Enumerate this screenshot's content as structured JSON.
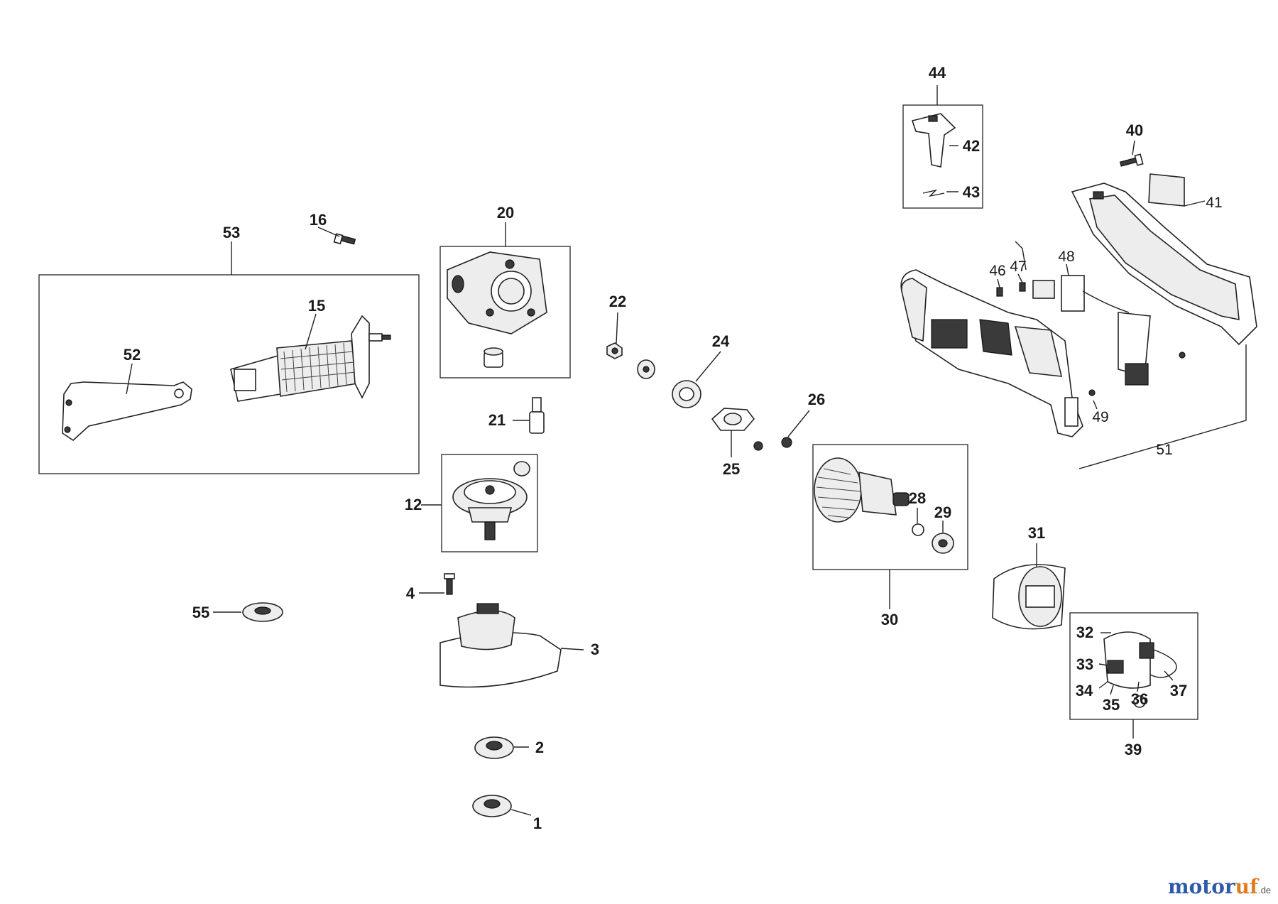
{
  "labels": {
    "p1": "1",
    "p2": "2",
    "p3": "3",
    "p4": "4",
    "p12": "12",
    "p15": "15",
    "p16": "16",
    "p20": "20",
    "p21": "21",
    "p22": "22",
    "p24": "24",
    "p25": "25",
    "p26": "26",
    "p28": "28",
    "p29": "29",
    "p30": "30",
    "p31": "31",
    "p32": "32",
    "p33": "33",
    "p34": "34",
    "p35": "35",
    "p36": "36",
    "p37": "37",
    "p39": "39",
    "p40": "40",
    "p41": "41",
    "p42": "42",
    "p43": "43",
    "p44": "44",
    "p46": "46",
    "p47": "47",
    "p48": "48",
    "p49": "49",
    "p51": "51",
    "p52": "52",
    "p53": "53",
    "p55": "55"
  },
  "watermark": {
    "part1": "motor",
    "part2": "uf",
    "suffix": ".de"
  }
}
